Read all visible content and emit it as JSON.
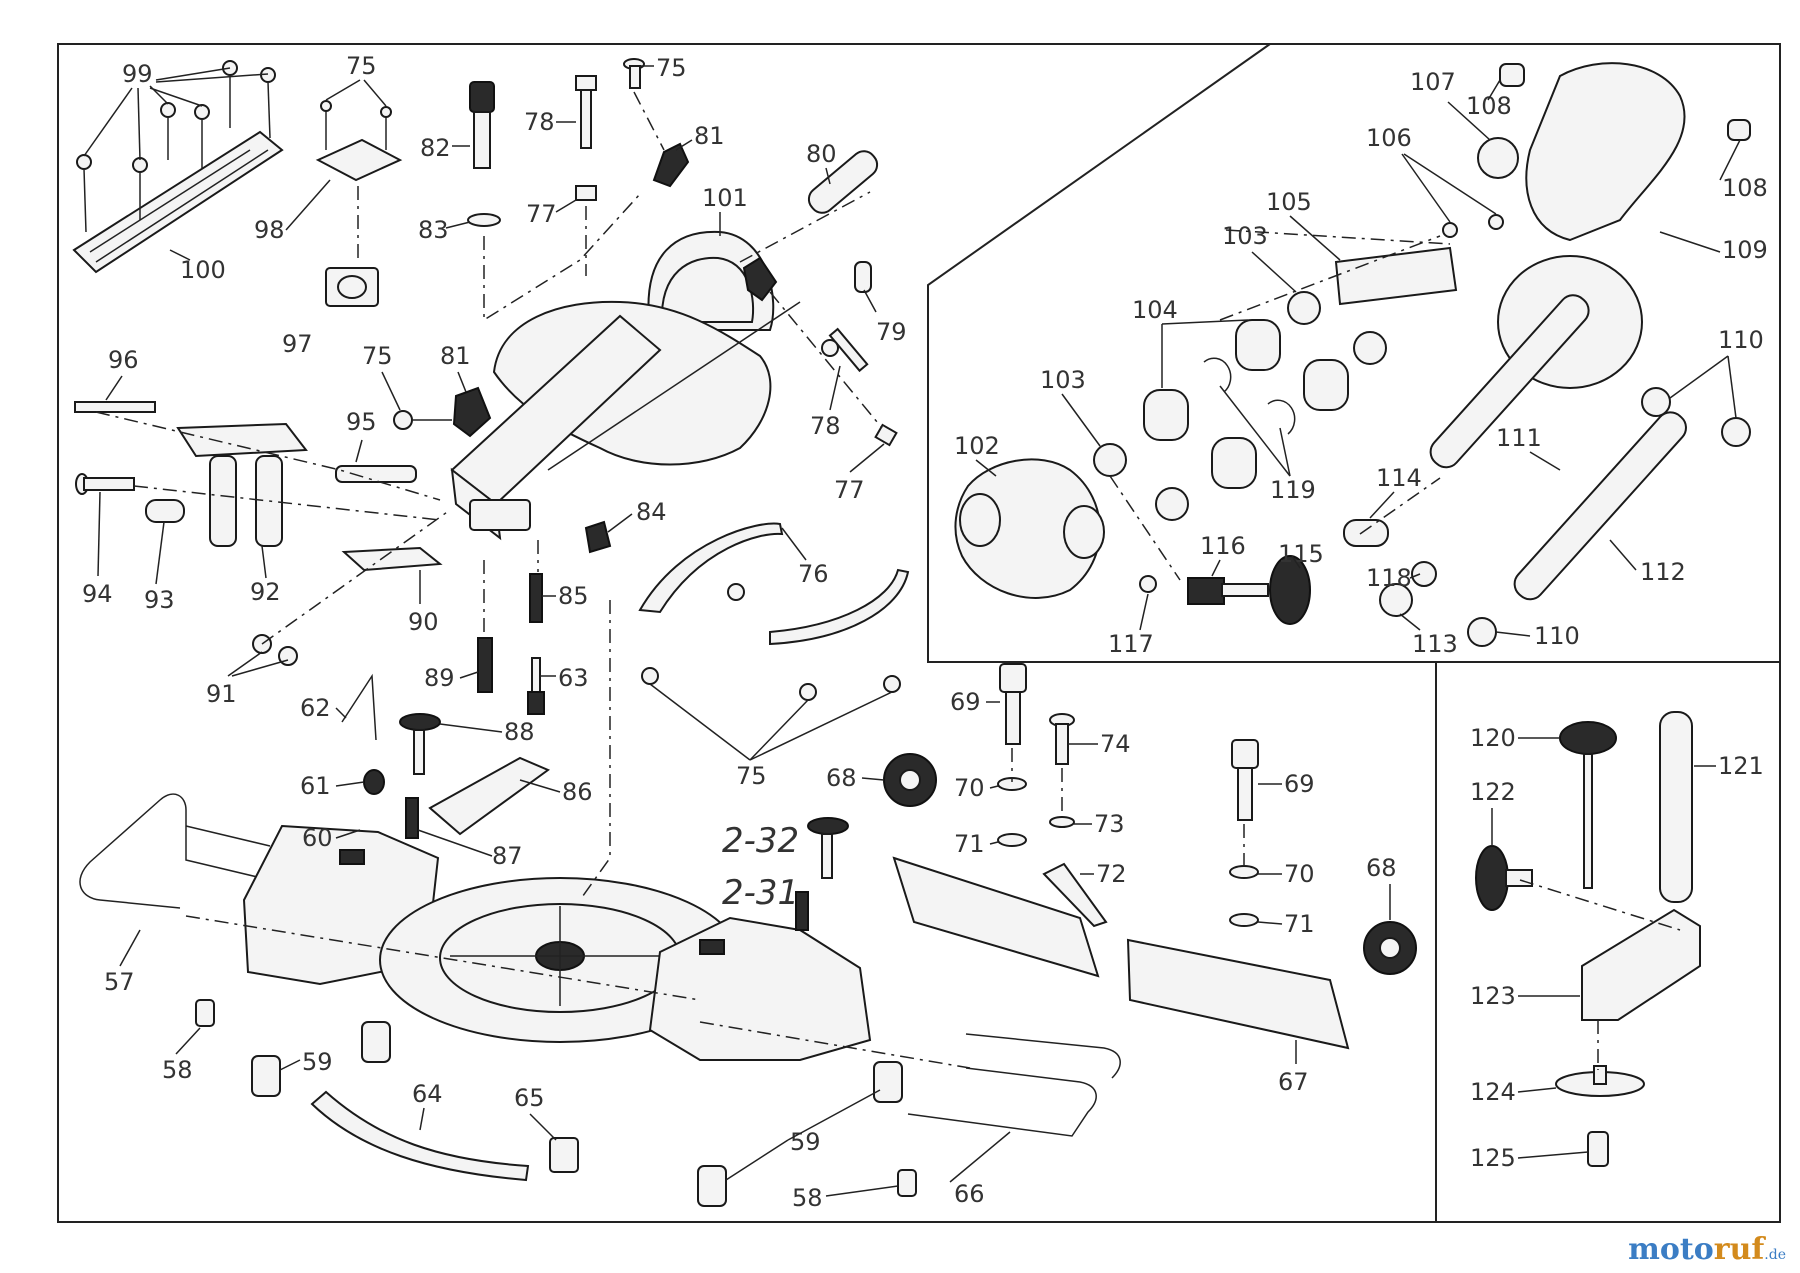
{
  "brand": {
    "part1": "moto",
    "part2": "ruf",
    "suffix": ".de"
  },
  "callouts": [
    {
      "key": "c99",
      "text": "99"
    },
    {
      "key": "c75a",
      "text": "75"
    },
    {
      "key": "c75b",
      "text": "75"
    },
    {
      "key": "c82",
      "text": "82"
    },
    {
      "key": "c78a",
      "text": "78"
    },
    {
      "key": "c81a",
      "text": "81"
    },
    {
      "key": "c80",
      "text": "80"
    },
    {
      "key": "c101",
      "text": "101"
    },
    {
      "key": "c98",
      "text": "98"
    },
    {
      "key": "c100",
      "text": "100"
    },
    {
      "key": "c83",
      "text": "83"
    },
    {
      "key": "c77a",
      "text": "77"
    },
    {
      "key": "c97",
      "text": "97"
    },
    {
      "key": "c79",
      "text": "79"
    },
    {
      "key": "c96",
      "text": "96"
    },
    {
      "key": "c75c",
      "text": "75"
    },
    {
      "key": "c81b",
      "text": "81"
    },
    {
      "key": "c95",
      "text": "95"
    },
    {
      "key": "c78b",
      "text": "78"
    },
    {
      "key": "c77b",
      "text": "77"
    },
    {
      "key": "c84",
      "text": "84"
    },
    {
      "key": "c94",
      "text": "94"
    },
    {
      "key": "c93",
      "text": "93"
    },
    {
      "key": "c92",
      "text": "92"
    },
    {
      "key": "c90",
      "text": "90"
    },
    {
      "key": "c85",
      "text": "85"
    },
    {
      "key": "c76",
      "text": "76"
    },
    {
      "key": "c91",
      "text": "91"
    },
    {
      "key": "c89",
      "text": "89"
    },
    {
      "key": "c63",
      "text": "63"
    },
    {
      "key": "c62",
      "text": "62"
    },
    {
      "key": "c88",
      "text": "88"
    },
    {
      "key": "c75d",
      "text": "75"
    },
    {
      "key": "c61",
      "text": "61"
    },
    {
      "key": "c86",
      "text": "86"
    },
    {
      "key": "c60",
      "text": "60"
    },
    {
      "key": "c87",
      "text": "87"
    },
    {
      "key": "c68a",
      "text": "68"
    },
    {
      "key": "c69a",
      "text": "69"
    },
    {
      "key": "c74",
      "text": "74"
    },
    {
      "key": "c70a",
      "text": "70"
    },
    {
      "key": "c73",
      "text": "73"
    },
    {
      "key": "c71a",
      "text": "71"
    },
    {
      "key": "c72",
      "text": "72"
    },
    {
      "key": "c69b",
      "text": "69"
    },
    {
      "key": "c70b",
      "text": "70"
    },
    {
      "key": "c71b",
      "text": "71"
    },
    {
      "key": "c68b",
      "text": "68"
    },
    {
      "key": "c67",
      "text": "67"
    },
    {
      "key": "c57",
      "text": "57"
    },
    {
      "key": "c58a",
      "text": "58"
    },
    {
      "key": "c59a",
      "text": "59"
    },
    {
      "key": "c64",
      "text": "64"
    },
    {
      "key": "c65",
      "text": "65"
    },
    {
      "key": "c59b",
      "text": "59"
    },
    {
      "key": "c66",
      "text": "66"
    },
    {
      "key": "c58b",
      "text": "58"
    },
    {
      "key": "c107",
      "text": "107"
    },
    {
      "key": "c108a",
      "text": "108"
    },
    {
      "key": "c108b",
      "text": "108"
    },
    {
      "key": "c106",
      "text": "106"
    },
    {
      "key": "c105",
      "text": "105"
    },
    {
      "key": "c103a",
      "text": "103"
    },
    {
      "key": "c109",
      "text": "109"
    },
    {
      "key": "c104",
      "text": "104"
    },
    {
      "key": "c110a",
      "text": "110"
    },
    {
      "key": "c103b",
      "text": "103"
    },
    {
      "key": "c102",
      "text": "102"
    },
    {
      "key": "c111",
      "text": "111"
    },
    {
      "key": "c119",
      "text": "119"
    },
    {
      "key": "c114",
      "text": "114"
    },
    {
      "key": "c116",
      "text": "116"
    },
    {
      "key": "c115",
      "text": "115"
    },
    {
      "key": "c112",
      "text": "112"
    },
    {
      "key": "c118",
      "text": "118"
    },
    {
      "key": "c117",
      "text": "117"
    },
    {
      "key": "c113",
      "text": "113"
    },
    {
      "key": "c110b",
      "text": "110"
    },
    {
      "key": "c120",
      "text": "120"
    },
    {
      "key": "c121",
      "text": "121"
    },
    {
      "key": "c122",
      "text": "122"
    },
    {
      "key": "c123",
      "text": "123"
    },
    {
      "key": "c124",
      "text": "124"
    },
    {
      "key": "c125",
      "text": "125"
    }
  ],
  "hand_labels": {
    "h1": "2-32",
    "h2": "2-31"
  }
}
